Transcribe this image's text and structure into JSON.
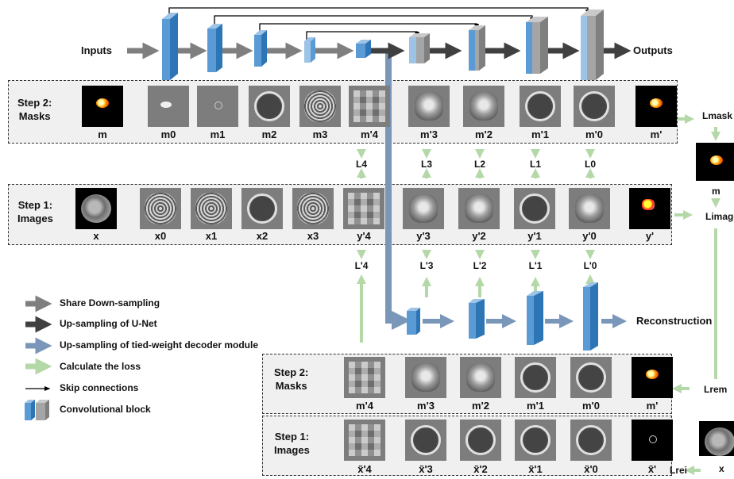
{
  "top": {
    "inputs_label": "Inputs",
    "outputs_label": "Outputs"
  },
  "panel_masks": {
    "step_title": "Step 2:\nMasks",
    "labels": [
      "m",
      "m0",
      "m1",
      "m2",
      "m3",
      "m'4",
      "m'3",
      "m'2",
      "m'1",
      "m'0",
      "m'"
    ]
  },
  "panel_images": {
    "step_title": "Step 1:\nImages",
    "labels": [
      "x",
      "x0",
      "x1",
      "x2",
      "x3",
      "y'4",
      "y'3",
      "y'2",
      "y'1",
      "y'0",
      "y'"
    ]
  },
  "losses_top": [
    "L4",
    "L3",
    "L2",
    "L1",
    "L0"
  ],
  "losses_mid": [
    "L'4",
    "L'3",
    "L'2",
    "L'1",
    "L'0"
  ],
  "right_side": {
    "l_mask": "Lmask",
    "m_label": "m",
    "l_image": "Limage",
    "l_rem": "Lrem",
    "l_rei": "Lrei",
    "x_label": "x"
  },
  "reconstruction_label": "Reconstruction",
  "panel_rec_masks": {
    "step_title": "Step 2:\nMasks",
    "labels": [
      "m'4",
      "m'3",
      "m'2",
      "m'1",
      "m'0",
      "m'"
    ]
  },
  "panel_rec_images": {
    "step_title": "Step 1:\nImages",
    "labels": [
      "x̃'4",
      "x̃'3",
      "x̃'2",
      "x̃'1",
      "x̃'0",
      "x̃'"
    ]
  },
  "legend": [
    {
      "text": "Share Down-sampling",
      "color": "#7f7f7f"
    },
    {
      "text": "Up-sampling of U-Net",
      "color": "#404040"
    },
    {
      "text": "Up-sampling of tied-weight decoder module",
      "color": "#7a96b8"
    },
    {
      "text": "Calculate the loss",
      "color": "#b5d8a8"
    },
    {
      "text": "Skip connections",
      "color": "#000000"
    },
    {
      "text": "Convolutional block",
      "color": "#5b9bd5"
    }
  ]
}
